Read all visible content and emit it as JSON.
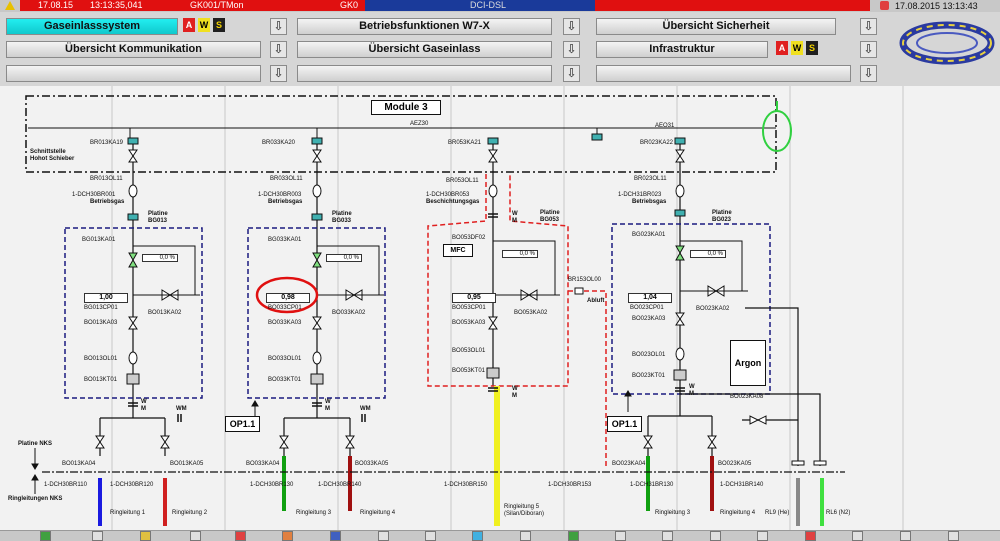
{
  "titlebar": {
    "date": "17.08.15",
    "time": "13:13:35,041",
    "gk": "GK001/TMon",
    "gk2": "GK0",
    "dcs": "DCI-DSL",
    "clock": "17.08.2015 13:13:43"
  },
  "nav": {
    "row1": [
      "Gaseinlasssystem",
      "Betriebsfunktionen W7-X",
      "Übersicht Sicherheit"
    ],
    "row2": [
      "Übersicht Kommunikation",
      "Übersicht Gaseinlass",
      "Infrastruktur"
    ],
    "aws": [
      "A",
      "W",
      "S"
    ],
    "arrow": "⇩"
  },
  "diagram": {
    "module": "Module 3",
    "aez": "AEZ30",
    "aeo": "AEO31",
    "schnittstelle": "Schnittstelle",
    "hohot": "Hohot Schieber",
    "betriebsgas": "Betriebsgas",
    "beschickung": "Beschichtungsgas",
    "platine": "Platine",
    "platine_nks": "Platine NKS",
    "ringleitungen_nks": "Ringleitungen NKS",
    "abluft": "Abluft",
    "argon": "Argon",
    "op1": "OP1.1",
    "mfc": "MFC",
    "wm": "WM",
    "w": "W",
    "m": "M",
    "br153": "BR153OL00",
    "ag08": "BO023KA08",
    "units": "%",
    "sections": [
      {
        "ka_top": "BR013KA19",
        "ol": "BR013OL11",
        "dch": "1-DCH30BR001",
        "bg": "BG013",
        "ka01": "BG013KA01",
        "pct": "0,0",
        "val": "1,00",
        "cp": "BG013CP01",
        "ka02": "BO013KA02",
        "ka03": "BO013KA03",
        "ol01": "BO013OL01",
        "kt": "BO013KT01",
        "ka04": "BO013KA04",
        "ka05": "BO013KA05",
        "br_a": "1-DCH30BR110",
        "br_b": "1-DCH30BR120",
        "ring_a": "Ringleitung 1",
        "ring_b": "Ringleitung 2"
      },
      {
        "ka_top": "BR033KA20",
        "ol": "BR033OL11",
        "dch": "1-DCH30BR003",
        "bg": "BG033",
        "ka01": "BG033KA01",
        "pct": "0,0",
        "val": "0,98",
        "cp": "BO033CP01",
        "ka02": "BO033KA02",
        "ka03": "BO033KA03",
        "ol01": "BO033OL01",
        "kt": "BO033KT01",
        "ka04": "BO033KA04",
        "ka05": "BO033KA05",
        "br_a": "1-DCH30BR130",
        "br_b": "1-DCH30BR140",
        "ring_a": "Ringleitung 3",
        "ring_b": "Ringleitung 4"
      },
      {
        "ka_top": "BR053KA21",
        "ol": "BR053OL11",
        "dch": "1-DCH30BR053",
        "bg": "BG053",
        "ka01": "BO053DF02",
        "pct": "0,0",
        "val": "0,95",
        "cp": "BO053CP01",
        "ka02": "BO053KA02",
        "ka03": "BO053KA03",
        "ol01": "BO053OL01",
        "kt": "BO053KT01",
        "br_a": "1-DCH30BR150",
        "br_b": "1-DCH30BR153",
        "ring_a": "Ringleitung 5",
        "ring_b": "(Silan/Diboran)"
      },
      {
        "ka_top": "BR023KA22",
        "ol": "BR023OL11",
        "dch": "1-DCH31BR023",
        "bg": "BG023",
        "ka01": "BG023KA01",
        "pct": "0,0",
        "val": "1,04",
        "cp": "BO023CP01",
        "ka02": "BO023KA02",
        "ka03": "BO023KA03",
        "ol01": "BO023OL01",
        "kt": "BO023KT01",
        "ka04": "BO023KA04",
        "ka05": "BO023KA05",
        "br_a": "1-DCH31BR130",
        "br_b": "1-DCH31BR140",
        "ring_a": "Ringleitung 3",
        "ring_b": "Ringleitung 4"
      }
    ],
    "rl9": "RL9 (He)",
    "rl6": "RL6 (N2)"
  }
}
